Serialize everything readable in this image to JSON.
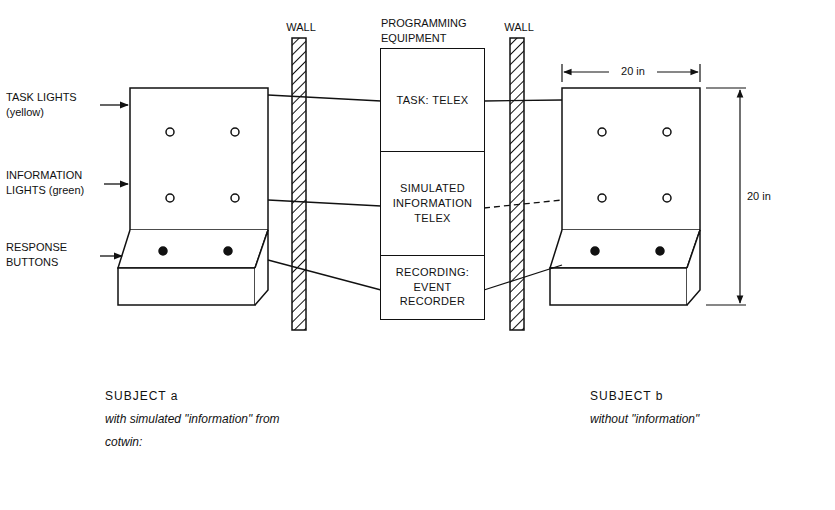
{
  "diagram": {
    "nodes": [
      {
        "text": [
          "SUBJECT a",
          "with simulated \"information\" from cotwin:"
        ]
      },
      {
        "text": [
          "PROGRAMMING EQUIPMENT"
        ]
      },
      {
        "text": [
          "TASK: TELEX"
        ],
        "in": 1
      },
      {
        "text": [
          "SIMULATED INFORMATION TELEX"
        ],
        "in": 1
      },
      {
        "text": [
          "RECORDING: EVENT RECORDER"
        ],
        "in": 1
      },
      {
        "text": [
          "SUBJECT b",
          "without \"information\""
        ]
      }
    ],
    "edges": [
      {
        "from": 2,
        "to": 0,
        "arrow": "none"
      },
      {
        "from": 2,
        "to": 5,
        "arrow": "none"
      },
      {
        "from": 3,
        "to": 0,
        "arrow": "none"
      },
      {
        "from": 3,
        "to": 5,
        "arrow": "none"
      },
      {
        "from": 4,
        "to": 0,
        "arrow": "none"
      },
      {
        "from": 4,
        "to": 5,
        "arrow": "none"
      }
    ],
    "labels": [
      "WALL",
      "WALL",
      "TASK LIGHTS (yellow)",
      "INFORMATION LIGHTS (green)",
      "RESPONSE BUTTONS",
      "20 in",
      "20 in"
    ]
  }
}
